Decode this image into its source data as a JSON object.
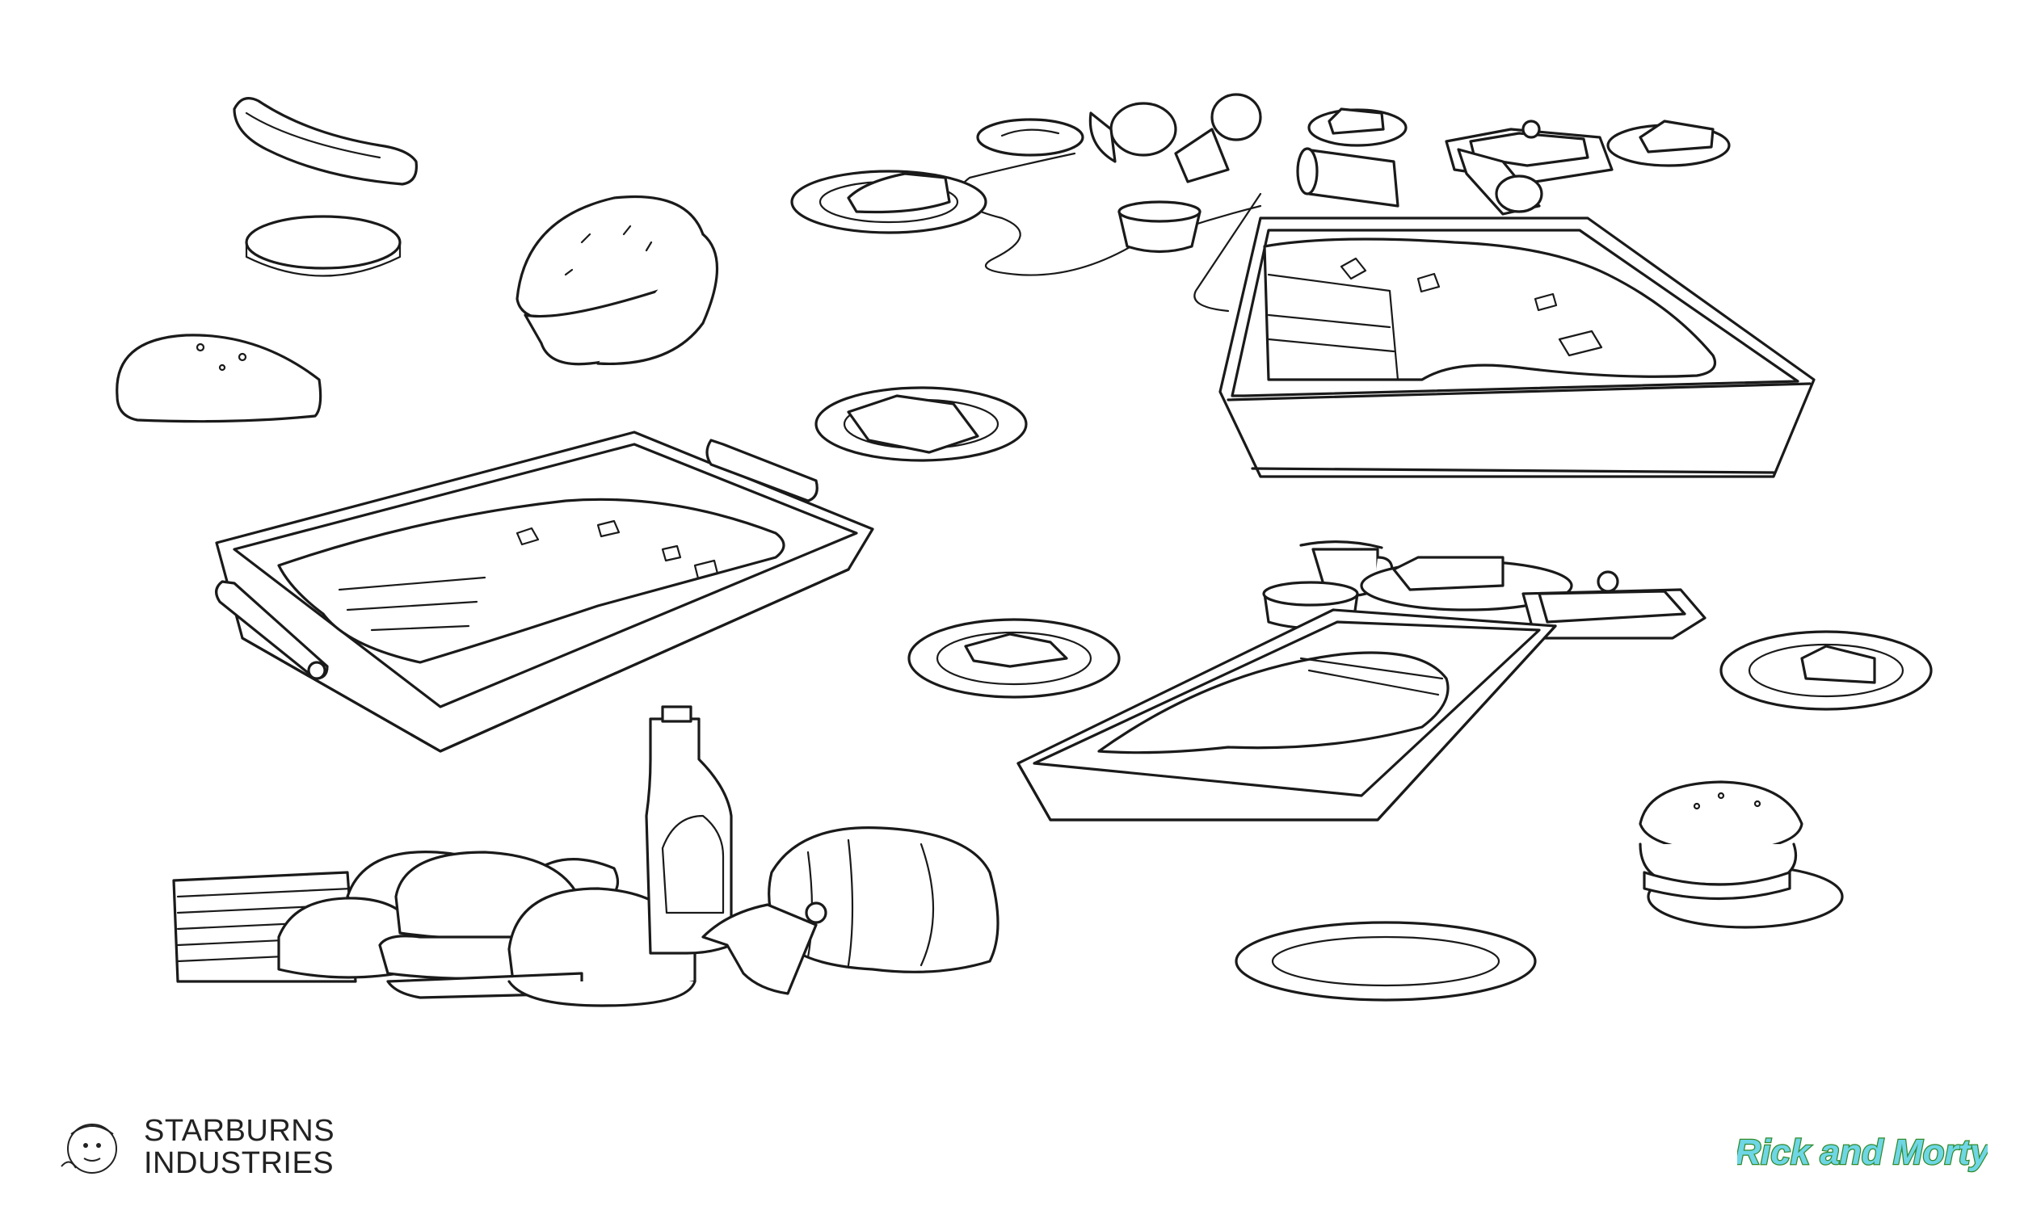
{
  "studio": {
    "line1": "STARBURNS",
    "line2": "INDUSTRIES"
  },
  "show_logo": {
    "text": "Rick and Morty",
    "fill": "#6fd6e6",
    "outline": "#2f8a2a"
  },
  "colors": {
    "ink": "#1a1a1a",
    "paper": "#ffffff"
  }
}
